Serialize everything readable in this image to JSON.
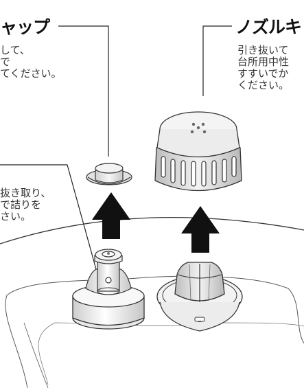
{
  "left_top_callout": {
    "title": "ャップ",
    "lines": [
      "して、",
      "で",
      "てください。"
    ]
  },
  "right_top_callout": {
    "title": "ノズルキ",
    "lines": [
      "引き抜いて",
      "台所用中性",
      "すすいでか",
      "ください。"
    ]
  },
  "left_mid_callout": {
    "lines": [
      "抜き取り、",
      "で詰りを",
      "さい。"
    ]
  }
}
